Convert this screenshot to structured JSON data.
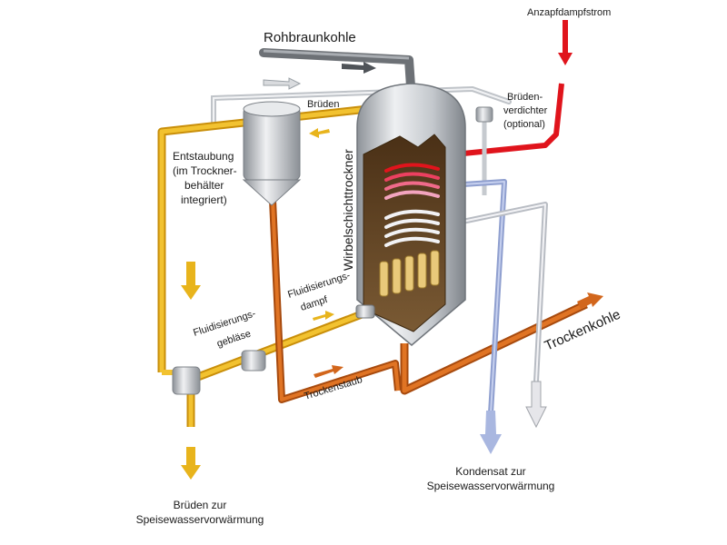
{
  "labels": {
    "rohbraunkohle": "Rohbraunkohle",
    "anzapfdampfstrom": "Anzapfdampfstrom",
    "brueden_top": "Brüden",
    "brueden_verdichter_1": "Brüden-",
    "brueden_verdichter_2": "verdichter",
    "brueden_verdichter_3": "(optional)",
    "entstaubung_1": "Entstaubung",
    "entstaubung_2": "(im Trockner-",
    "entstaubung_3": "behälter",
    "entstaubung_4": "integriert)",
    "wirbelschichttrockner": "Wirbelschichttrockner",
    "fluidisierungsdampf_1": "Fluidisierungs-",
    "fluidisierungsdampf_2": "dampf",
    "fluidisierungsgeblaese_1": "Fluidisierungs-",
    "fluidisierungsgeblaese_2": "gebläse",
    "trockenstaub": "Trockenstaub",
    "trockenkohle": "Trockenkohle",
    "kondensat_1": "Kondensat zur",
    "kondensat_2": "Speisewasservorwärmung",
    "brueden_bottom_1": "Brüden zur",
    "brueden_bottom_2": "Speisewasservorwärmung"
  },
  "colors": {
    "brueden_yellow": "#e8b41c",
    "steam_red": "#e0141c",
    "coal_orange": "#d2661c",
    "vessel_silver": "#c9cdd2",
    "condensate_blue": "#a9b7e0",
    "condensate_white": "#e6e6ea",
    "coal_brown": "#6b4a26",
    "nozzle_yellow": "#e9c97a"
  }
}
